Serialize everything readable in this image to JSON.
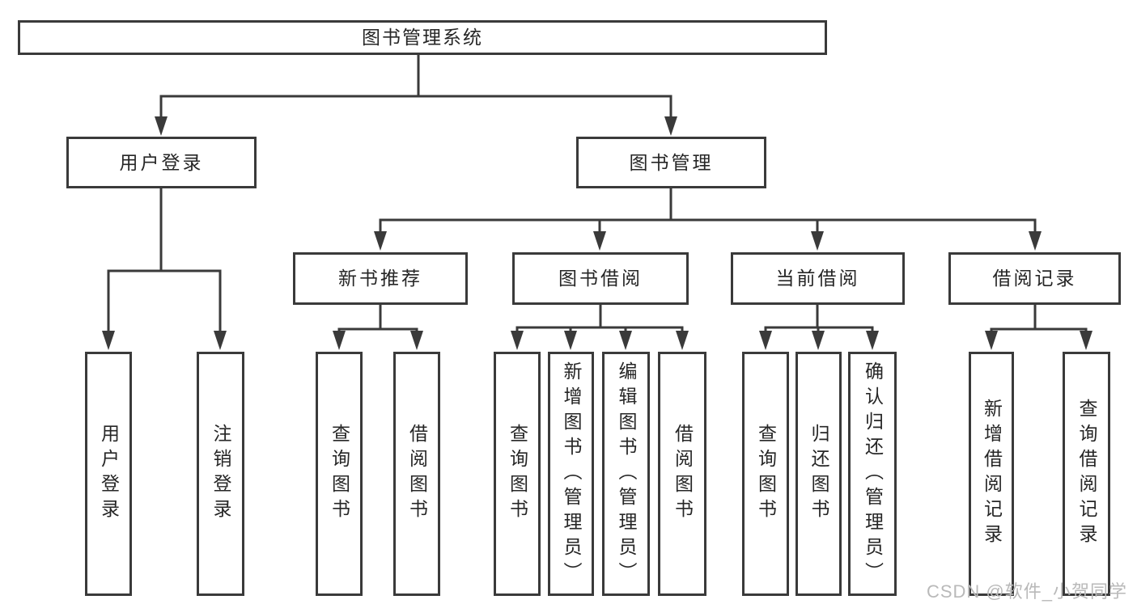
{
  "colors": {
    "line": "#3a3a3a",
    "text": "#262626",
    "watermark": "#b9b9b9",
    "bg": "#ffffff"
  },
  "watermark": {
    "text": "CSDN @软件_小贺同学"
  },
  "tree": {
    "root": {
      "label": "图书管理系统",
      "children": [
        {
          "label": "用户登录",
          "children": [
            {
              "label": "用户登录"
            },
            {
              "label": "注销登录"
            }
          ]
        },
        {
          "label": "图书管理",
          "children": [
            {
              "label": "新书推荐",
              "children": [
                {
                  "label": "查询图书"
                },
                {
                  "label": "借阅图书"
                }
              ]
            },
            {
              "label": "图书借阅",
              "children": [
                {
                  "label": "查询图书"
                },
                {
                  "label": "新增图书（管理员）"
                },
                {
                  "label": "编辑图书（管理员）"
                },
                {
                  "label": "借阅图书"
                }
              ]
            },
            {
              "label": "当前借阅",
              "children": [
                {
                  "label": "查询图书"
                },
                {
                  "label": "归还图书"
                },
                {
                  "label": "确认归还（管理员）"
                }
              ]
            },
            {
              "label": "借阅记录",
              "children": [
                {
                  "label": "新增借阅记录"
                },
                {
                  "label": "查询借阅记录"
                }
              ]
            }
          ]
        }
      ]
    }
  }
}
